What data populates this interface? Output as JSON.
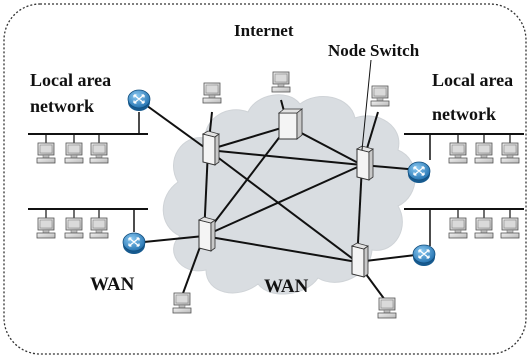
{
  "labels": {
    "internet": "Internet",
    "node_switch": "Node Switch",
    "lan_left_line1": "Local area",
    "lan_left_line2": "network",
    "lan_right_line1": "Local area",
    "lan_right_line2": "network",
    "wan_cloud": "WAN",
    "wan_router": "WAN"
  },
  "icons": {
    "router": "router-icon",
    "switch": "node-switch-icon",
    "computer": "desktop-computer-icon",
    "cloud": "cloud-icon"
  },
  "colors": {
    "cloud_fill": "#d9dde1",
    "router_blue": "#1f88d0",
    "border": "#333333"
  }
}
